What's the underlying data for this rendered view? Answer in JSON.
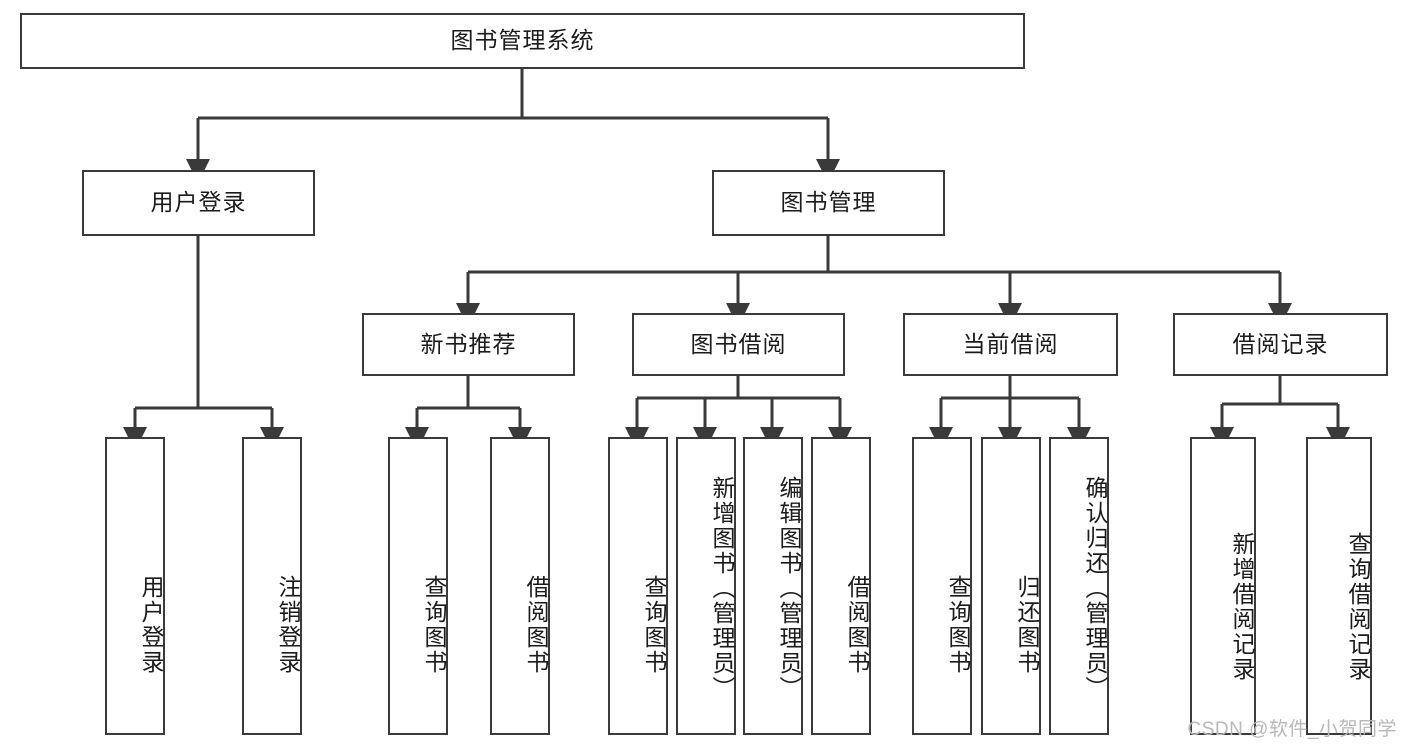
{
  "diagram": {
    "type": "tree-hierarchy",
    "title": "图书管理系统",
    "root": {
      "label": "图书管理系统"
    },
    "level1": [
      {
        "label": "用户登录"
      },
      {
        "label": "图书管理"
      }
    ],
    "level2": [
      {
        "label": "新书推荐"
      },
      {
        "label": "图书借阅"
      },
      {
        "label": "当前借阅"
      },
      {
        "label": "借阅记录"
      }
    ],
    "leaves": {
      "user_login": [
        {
          "label": "用户登录"
        },
        {
          "label": "注销登录"
        }
      ],
      "new_book_recommend": [
        {
          "label": "查询图书"
        },
        {
          "label": "借阅图书"
        }
      ],
      "book_borrow": [
        {
          "label": "查询图书"
        },
        {
          "label": "新增图书（管理员）"
        },
        {
          "label": "编辑图书（管理员）"
        },
        {
          "label": "借阅图书"
        }
      ],
      "current_borrow": [
        {
          "label": "查询图书"
        },
        {
          "label": "归还图书"
        },
        {
          "label": "确认归还（管理员）"
        }
      ],
      "borrow_record": [
        {
          "label": "新增借阅记录"
        },
        {
          "label": "查询借阅记录"
        }
      ]
    },
    "watermark": "CSDN @软件_小贺同学",
    "colors": {
      "stroke": "#3a3a3a",
      "text": "#1b1b1b",
      "background": "#ffffff",
      "watermark": "#b8b8b8"
    }
  }
}
